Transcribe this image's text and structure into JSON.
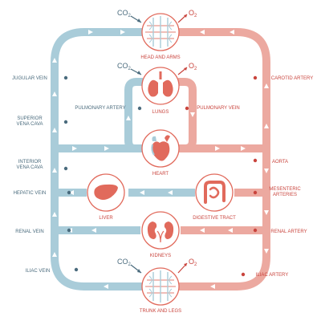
{
  "colors": {
    "vein": "#a9ccd9",
    "artery": "#eca9a0",
    "vein_text": "#4a6b7d",
    "artery_text": "#c9443d",
    "organ": "#e16a5c"
  },
  "organs": {
    "head": "HEAD AND ARMS",
    "lungs": "LUNGS",
    "heart": "HEART",
    "liver": "LIVER",
    "digestive": "DIGESTIVE TRACT",
    "kidneys": "KIDNEYS",
    "trunk": "TRUNK AND LEGS"
  },
  "veins": {
    "jugular": "JUGULAR VEIN",
    "superior_1": "SUPERIOR",
    "superior_2": "VENA CAVA",
    "inferior_1": "INTERIOR",
    "inferior_2": "VENA CAVA",
    "hepatic": "HEPATIC VEIN",
    "renal": "RENAL VEIN",
    "iliac": "ILIAC VEIN",
    "pulmonary_artery": "PULMONARY ARTERY"
  },
  "arteries": {
    "carotid": "CAROTID ARTERY",
    "pulmonary_vein": "PULMONARY VEIN",
    "aorta": "AORTA",
    "mesenteric_1": "MESENTERIC",
    "mesenteric_2": "ARTERIES",
    "renal": "RENAL ARTERY",
    "iliac": "ILIAC  ARTERY"
  },
  "gases": {
    "co2": "CO",
    "co2_sub": "2",
    "o2": "O",
    "o2_sub": "2"
  },
  "icons": [
    "capillary-bed-icon",
    "lungs-icon",
    "heart-icon",
    "liver-icon",
    "intestine-icon",
    "kidneys-icon"
  ]
}
